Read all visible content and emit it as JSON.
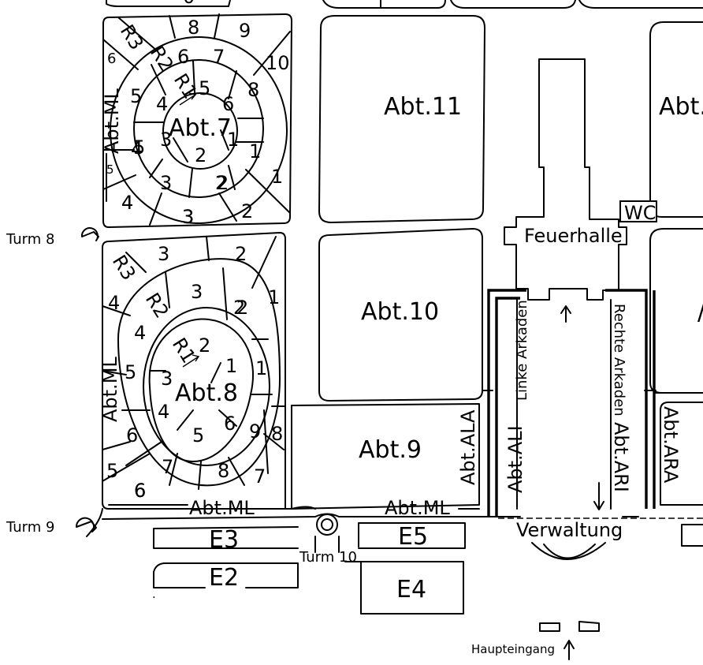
{
  "towers": {
    "turm8": "Turm 8",
    "turm9": "Turm 9",
    "turm10": "Turm 10"
  },
  "sections": {
    "abt7": "Abt.7",
    "abt8": "Abt.8",
    "abt9": "Abt.9",
    "abt10": "Abt.10",
    "abt11": "Abt.11",
    "abt_right_top": "Abt.",
    "abt_ml": "Abt.ML",
    "abt_ala": "Abt.ALA",
    "abt_ali": "Abt.ALI",
    "abt_ari": "Abt.ARI",
    "abt_ara": "Abt.ARA"
  },
  "rings": {
    "r1": "R1",
    "r2": "R2",
    "r3": "R3"
  },
  "buildings": {
    "feuerhalle": "Feuerhalle",
    "wc": "WC",
    "linke_arkaden": "Linke Arkaden",
    "rechte_arkaden": "Rechte Arkaden",
    "verwaltung": "Verwaltung",
    "haupteingang": "Haupteingang"
  },
  "fields": {
    "e2": "E2",
    "e3": "E3",
    "e4": "E4",
    "e5": "E5"
  },
  "abt7_numbers": [
    "8",
    "9",
    "10",
    "7",
    "6",
    "6",
    "5",
    "8",
    "5",
    "6",
    "4",
    "5",
    "4",
    "3",
    "2",
    "1",
    "1",
    "1",
    "2",
    "3",
    "4",
    "4",
    "3",
    "2",
    "2",
    "3",
    "5"
  ],
  "abt8_numbers": [
    "3",
    "2",
    "1",
    "3",
    "2",
    "4",
    "4",
    "1",
    "1",
    "2",
    "5",
    "3",
    "4",
    "6",
    "5",
    "6",
    "9",
    "8",
    "6",
    "5",
    "7",
    "8",
    "7",
    "6",
    "2"
  ]
}
